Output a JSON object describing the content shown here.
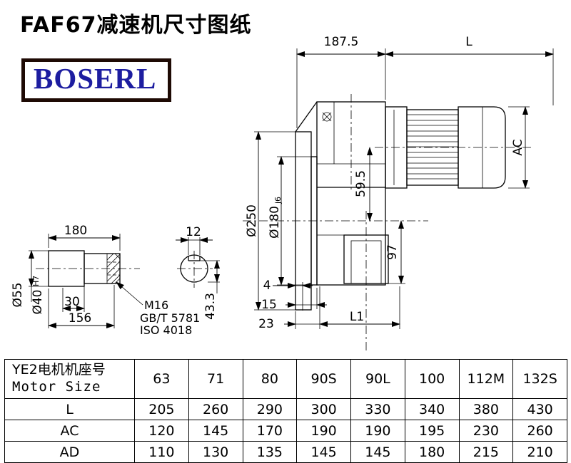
{
  "page": {
    "title": "FAF67减速机尺寸图纸",
    "logo": "BOSERL"
  },
  "drawing": {
    "dims": {
      "width_187": "187.5",
      "len_L": "L",
      "height_AC": "AC",
      "offset_59": "59.5",
      "dim_97": "97",
      "flange_dia": "Ø250",
      "spigot_dia": "Ø180",
      "spigot_tol": "j6",
      "dim_4": "4",
      "dim_15": "15",
      "dim_23": "23",
      "dim_L1": "L1",
      "shaft_len": "180",
      "key_width": "12",
      "shaft_dia": "Ø55",
      "bore_dia": "Ø40",
      "bore_tol": "H7",
      "dim_30": "30",
      "dim_156": "156",
      "key_depth": "43.3",
      "thread": "M16",
      "std_gb": "GB/T 5781",
      "std_iso": "ISO 4018"
    }
  },
  "table": {
    "header_cn": "YE2电机机座号",
    "header_en": "Motor Size",
    "columns": [
      "63",
      "71",
      "80",
      "90S",
      "90L",
      "100",
      "112M",
      "132S"
    ],
    "rows": [
      {
        "label": "L",
        "values": [
          "205",
          "260",
          "290",
          "300",
          "330",
          "340",
          "380",
          "430"
        ]
      },
      {
        "label": "AC",
        "values": [
          "120",
          "145",
          "170",
          "190",
          "190",
          "195",
          "230",
          "260"
        ]
      },
      {
        "label": "AD",
        "values": [
          "110",
          "130",
          "135",
          "145",
          "145",
          "180",
          "215",
          "210"
        ]
      }
    ]
  }
}
